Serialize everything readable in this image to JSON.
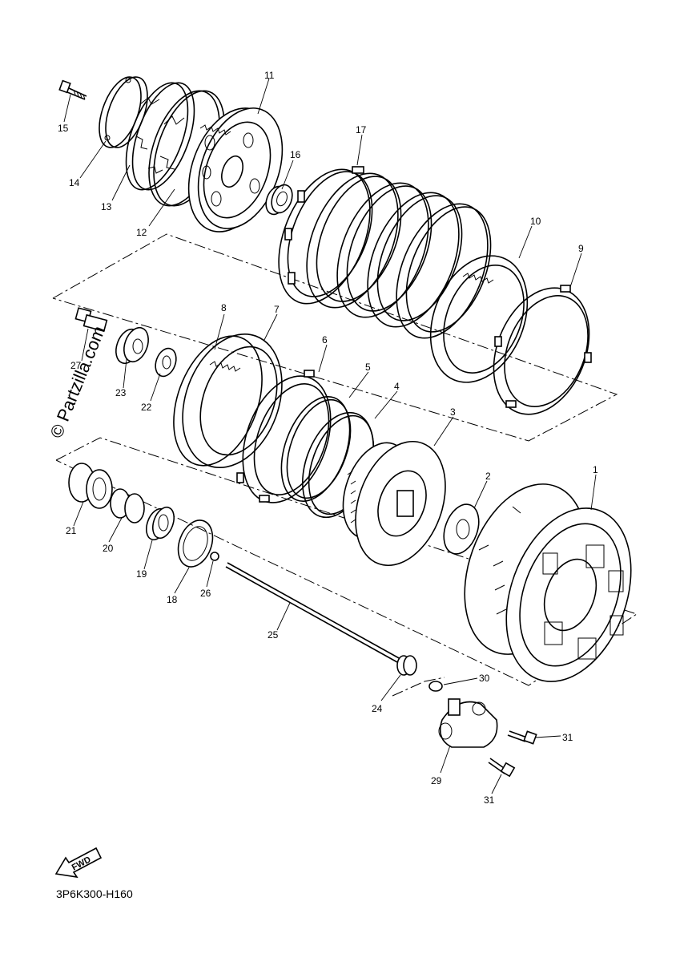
{
  "watermark": "© Partzilla.com",
  "diagram_code": "3P6K300-H160",
  "fwd_label": "FWD",
  "callouts": {
    "c1": "1",
    "c2": "2",
    "c3": "3",
    "c4": "4",
    "c5": "5",
    "c6": "6",
    "c7": "7",
    "c8": "8",
    "c9": "9",
    "c10": "10",
    "c11": "11",
    "c12": "12",
    "c13": "13",
    "c14": "14",
    "c15": "15",
    "c16": "16",
    "c17": "17",
    "c18": "18",
    "c19": "19",
    "c20": "20",
    "c21": "21",
    "c22": "22",
    "c23": "23",
    "c24": "24",
    "c25": "25",
    "c26": "26",
    "c27": "27",
    "c29": "29",
    "c30": "30",
    "c31a": "31",
    "c31b": "31"
  }
}
